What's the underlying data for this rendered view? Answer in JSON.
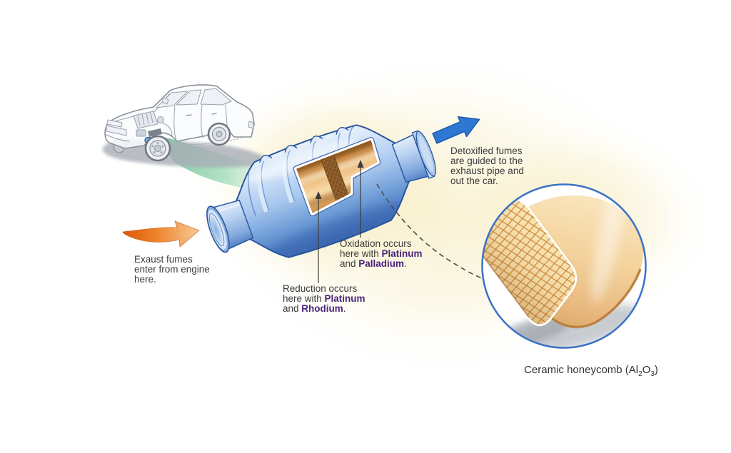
{
  "labels": {
    "exhaust_in": {
      "lines": [
        "Exaust fumes",
        "enter from engine",
        "here."
      ]
    },
    "detoxified_out": {
      "lines": [
        "Detoxified fumes",
        "are guided to the",
        "exhaust pipe and",
        "out the car."
      ]
    },
    "oxidation": {
      "line1": "Oxidation occurs",
      "line2_text": "here with ",
      "line2_metal": "Platinum",
      "line3_text": "and ",
      "line3_metal": "Palladium",
      "line3_end": "."
    },
    "reduction": {
      "line1": "Reduction occurs",
      "line2_text": "here with ",
      "line2_metal": "Platinum",
      "line3_text": "and ",
      "line3_metal": "Rhodium",
      "line3_end": "."
    },
    "ceramic": {
      "prefix": "Ceramic honeycomb (Al",
      "sub1": "2",
      "mid": "O",
      "sub2": "3",
      "suffix": ")"
    }
  },
  "colors": {
    "background_glow": "#F6E9B4",
    "converter_blue_light": "#D3E4F8",
    "converter_blue_dark": "#3A62A8",
    "converter_outline": "#27549E",
    "honeycomb_tan": "#F2CD96",
    "honeycomb_dark_band": "#8F5E2A",
    "mesh_line": "#CC8638",
    "mesh_fill": "#F8E2AE",
    "metal_text_purple": "#4A237D",
    "body_text": "#3B3B3B",
    "flow_green": "#7CC79C",
    "arrow_orange": "#E05A06",
    "arrow_blue": "#2E78D2",
    "closeup_ring_blue": "#3A72C8",
    "car_line_gray": "#8A919B"
  }
}
